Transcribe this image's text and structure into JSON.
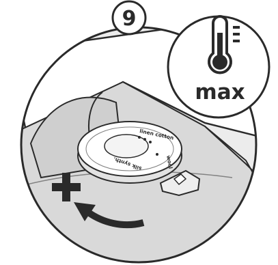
{
  "step": {
    "number": "9"
  },
  "badge": {
    "label": "max",
    "icon": "thermometer-icon"
  },
  "dial": {
    "label_top": "linen cotton",
    "label_bottom": "silk synth.",
    "label_side": "wool"
  },
  "direction": {
    "sign": "+",
    "arrow": "counterclockwise-arrow-icon"
  },
  "colors": {
    "line": "#2a2a2a",
    "shade": "#d9d9d9",
    "shade_light": "#ececec",
    "background": "#ffffff"
  }
}
